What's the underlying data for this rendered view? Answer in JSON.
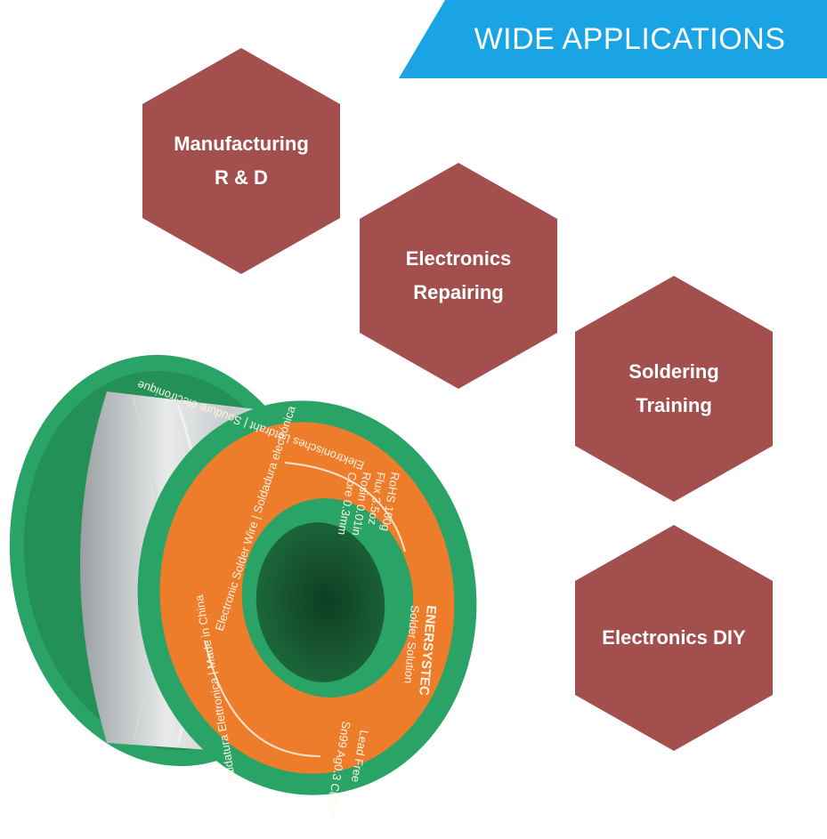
{
  "header": {
    "title": "WIDE APPLICATIONS",
    "banner_color": "#1aa4e4"
  },
  "hexagon_color": "#a34f4e",
  "applications": [
    {
      "lines": [
        "Manufacturing",
        "R & D"
      ]
    },
    {
      "lines": [
        "Electronics",
        "Repairing"
      ]
    },
    {
      "lines": [
        "Soldering",
        "Training"
      ]
    },
    {
      "lines": [
        "Electronics DIY"
      ]
    }
  ],
  "product": {
    "spool_color": "#2aa366",
    "label_color": "#ee7d2b",
    "brand": "ENERSYSTEC",
    "brand_sub": "Solder Solution",
    "ring_text_1": "Elektronisches Lötdraht | Soudure électronique",
    "ring_text_2": "Electronic Solder Wire | Soldadura electrónica",
    "ring_text_3": "Saldatura Elettronica | Made in China",
    "spec_lines": [
      "RoHS  100g",
      "Flux  3.5oz",
      "Rosin  0.01in",
      "Core  0.3mm"
    ],
    "alloy_lines": [
      "Lead Free",
      "Sn99 Ag0.3 Cu0.7"
    ]
  }
}
